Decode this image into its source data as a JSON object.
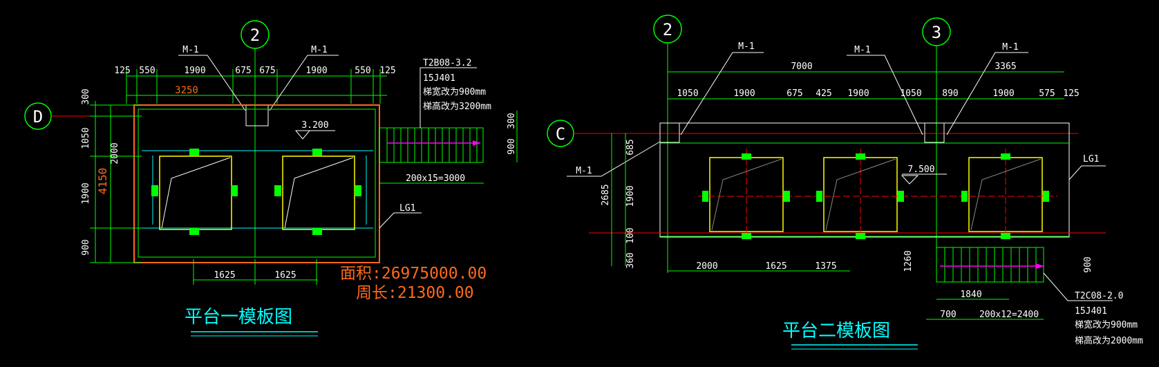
{
  "colors": {
    "background": "#000000",
    "dimension": "#00ff00",
    "wall": "#ff6a1a",
    "axis": "#ff0000",
    "beam": "#ffff00",
    "cyan": "#00ffff",
    "stair_arrow": "#ff00ff",
    "text": "#ffffff"
  },
  "left": {
    "axis_labels": [
      "2",
      "D"
    ],
    "top_dims": [
      "125",
      "550",
      "1900",
      "675",
      "675",
      "1900",
      "550",
      "125"
    ],
    "outer_dim": "3250",
    "left_dims": [
      "300",
      "1050",
      "1900",
      "900"
    ],
    "left_total": "4150",
    "left_inner": "2000",
    "bottom_dims": [
      "1625",
      "1625"
    ],
    "door_labels": [
      "M-1",
      "M-1"
    ],
    "elevation": "3.200",
    "stair_dims": [
      "300",
      "900"
    ],
    "stair_width": "200x15=3000",
    "stair_note": [
      "T2B08-3.2",
      "15J401",
      "梯宽改为900mm",
      "梯高改为3200mm"
    ],
    "beam_label": "LG1",
    "area_text": "面积:26975000.00",
    "perimeter_text": "周长:21300.00",
    "title": "平台一模板图"
  },
  "right": {
    "axis_labels": [
      "2",
      "3",
      "C"
    ],
    "top_dims_row1": [
      "7000",
      "3365"
    ],
    "top_dims_row2": [
      "1050",
      "1900",
      "675",
      "425",
      "1900",
      "1050",
      "890",
      "1900",
      "575",
      "125"
    ],
    "door_labels": [
      "M-1",
      "M-1",
      "M-1",
      "M-1"
    ],
    "left_dims": [
      "685",
      "2685",
      "1900",
      "100",
      "360"
    ],
    "bottom_dims": [
      "2000",
      "1625",
      "1375"
    ],
    "elevation": "7.500",
    "beam_label": "LG1",
    "stair_dims": [
      "1260",
      "900",
      "1840",
      "700",
      "200x12=2400"
    ],
    "stair_note": [
      "T2C08-2.0",
      "15J401",
      "梯宽改为900mm",
      "梯高改为2000mm"
    ],
    "title": "平台二模板图"
  }
}
